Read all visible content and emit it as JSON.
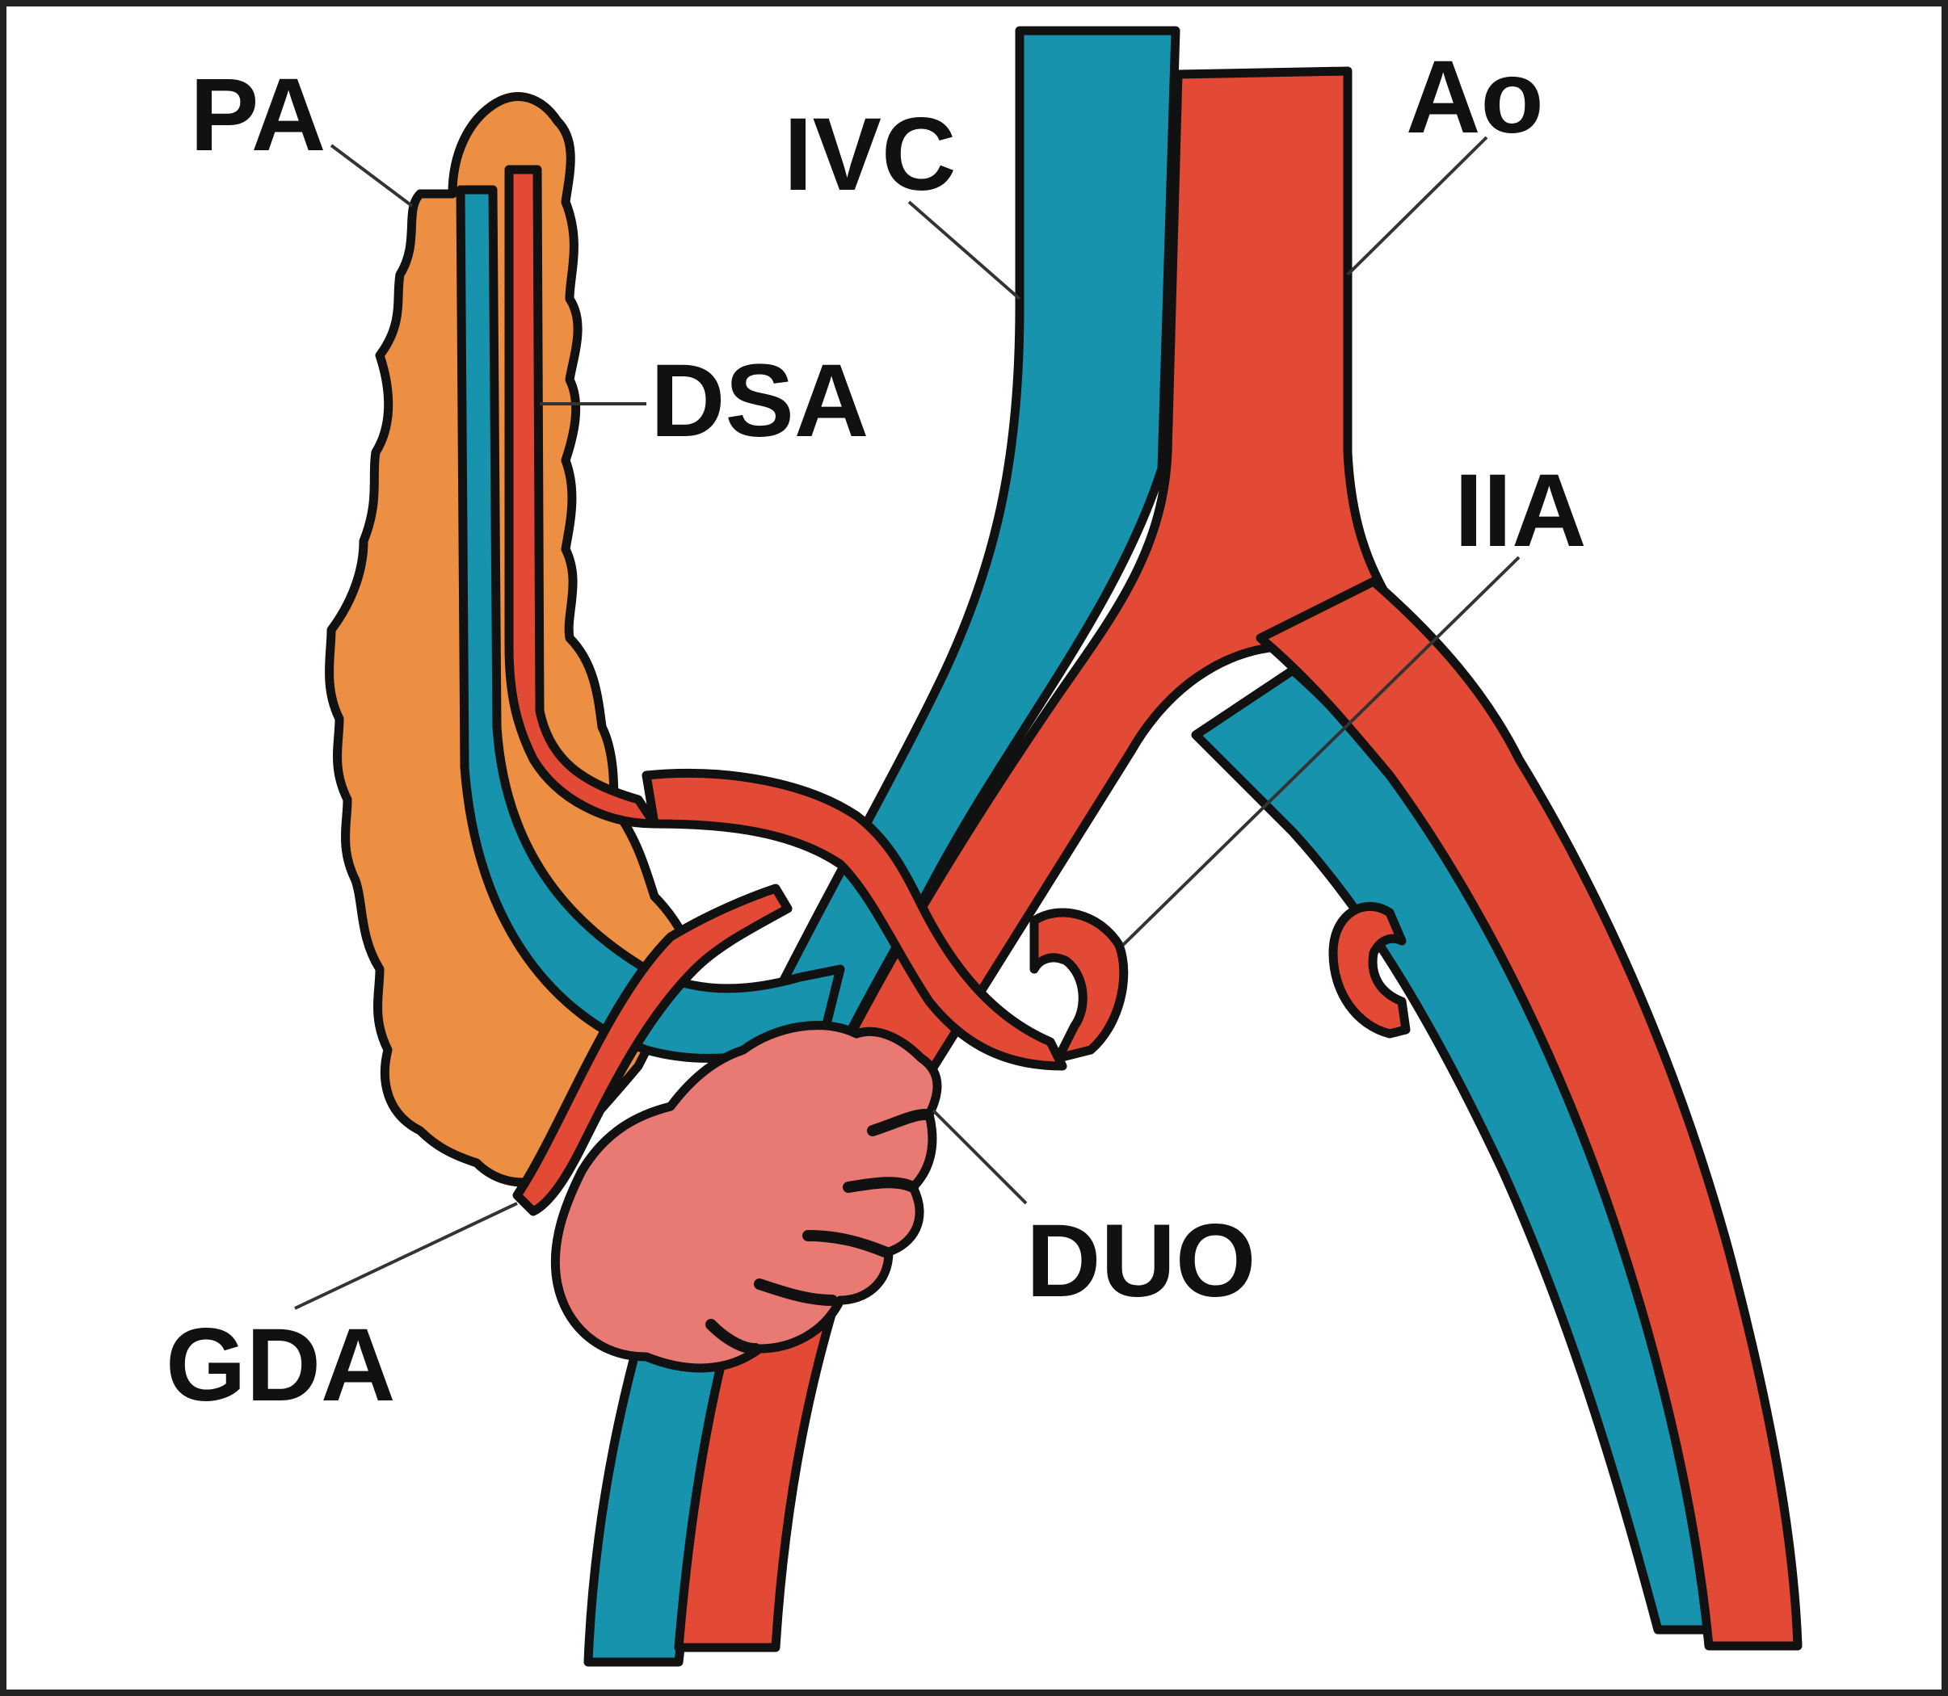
{
  "labels": {
    "pa": "PA",
    "ivc": "IVC",
    "ao": "Ao",
    "dsa": "DSA",
    "iia": "IIA",
    "duo": "DUO",
    "gda": "GDA"
  },
  "colors": {
    "artery": "#e34a35",
    "vein": "#1793ad",
    "pancreas": "#ec8f43",
    "duodenum": "#e97a73",
    "outline": "#111111",
    "frame": "#222222",
    "background": "#ffffff"
  }
}
